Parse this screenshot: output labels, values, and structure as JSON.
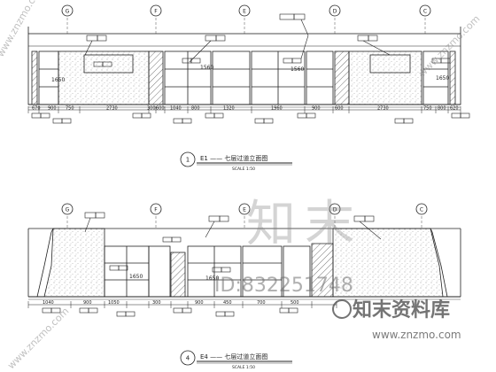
{
  "colors": {
    "line": "#222222",
    "hatch": "#555555",
    "watermark": "#888888"
  },
  "elevation1": {
    "title": "E1 —— 七层过道立面图",
    "scale": "SCALE 1:50",
    "marker": "1",
    "axes": [
      "G",
      "F",
      "E",
      "D",
      "C"
    ],
    "dims": [
      "670",
      "900",
      "750",
      "2730",
      "300",
      "600",
      "1040",
      "800",
      "1320",
      "1960",
      "900",
      "600",
      "2730",
      "750",
      "800",
      "620"
    ],
    "heights": [
      "1650",
      "1560",
      "1560",
      "1650"
    ]
  },
  "elevation2": {
    "title": "E4 —— 七层过道立面图",
    "scale": "SCALE 1:50",
    "marker": "4",
    "axes": [
      "G",
      "F",
      "E",
      "D",
      "C"
    ],
    "dims": [
      "1040",
      "900",
      "1050",
      "300",
      "900",
      "450",
      "700",
      "500"
    ],
    "heights": [
      "1650",
      "1650"
    ]
  },
  "watermark": {
    "big": "知末",
    "id": "ID:832251748",
    "brand": "知末资料库",
    "url": "www.znzmo.com",
    "diag": "www.znzmo.com"
  }
}
